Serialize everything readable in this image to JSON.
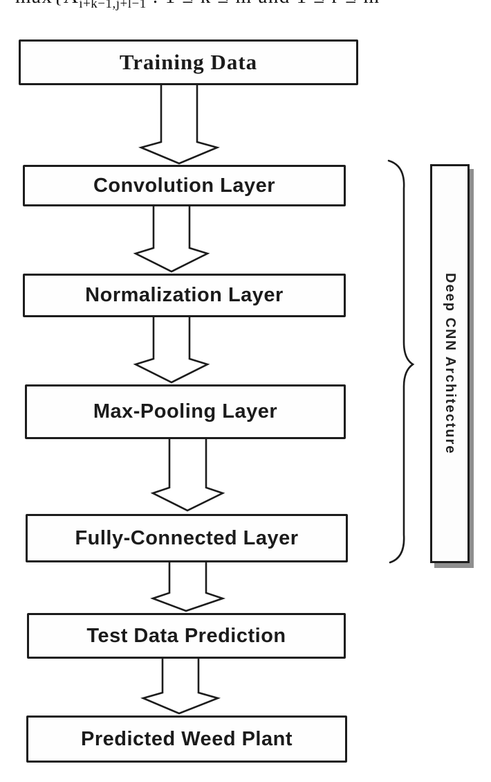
{
  "formula": {
    "prefix": "max{A",
    "subscript": "i+k−1,j+l−1",
    "suffix": " : 1 ≤ k ≤ m and 1 ≤ r ≤ m"
  },
  "flow": {
    "boxes": [
      {
        "id": "training",
        "label": "Training Data"
      },
      {
        "id": "convolution",
        "label": "Convolution Layer"
      },
      {
        "id": "normalization",
        "label": "Normalization Layer"
      },
      {
        "id": "maxpooling",
        "label": "Max-Pooling Layer"
      },
      {
        "id": "fullyconnected",
        "label": "Fully-Connected Layer"
      },
      {
        "id": "testdata",
        "label": "Test Data Prediction"
      },
      {
        "id": "predicted",
        "label": "Predicted Weed Plant"
      }
    ]
  },
  "annotation": {
    "label": "Deep CNN Architecture"
  },
  "icons": {
    "arrow": "hollow-down-block-arrow",
    "brace": "right-curly-brace"
  },
  "colors": {
    "line": "#1c1c1c",
    "shadow": "#8f8f8f",
    "background": "#ffffff",
    "text": "#161616"
  }
}
